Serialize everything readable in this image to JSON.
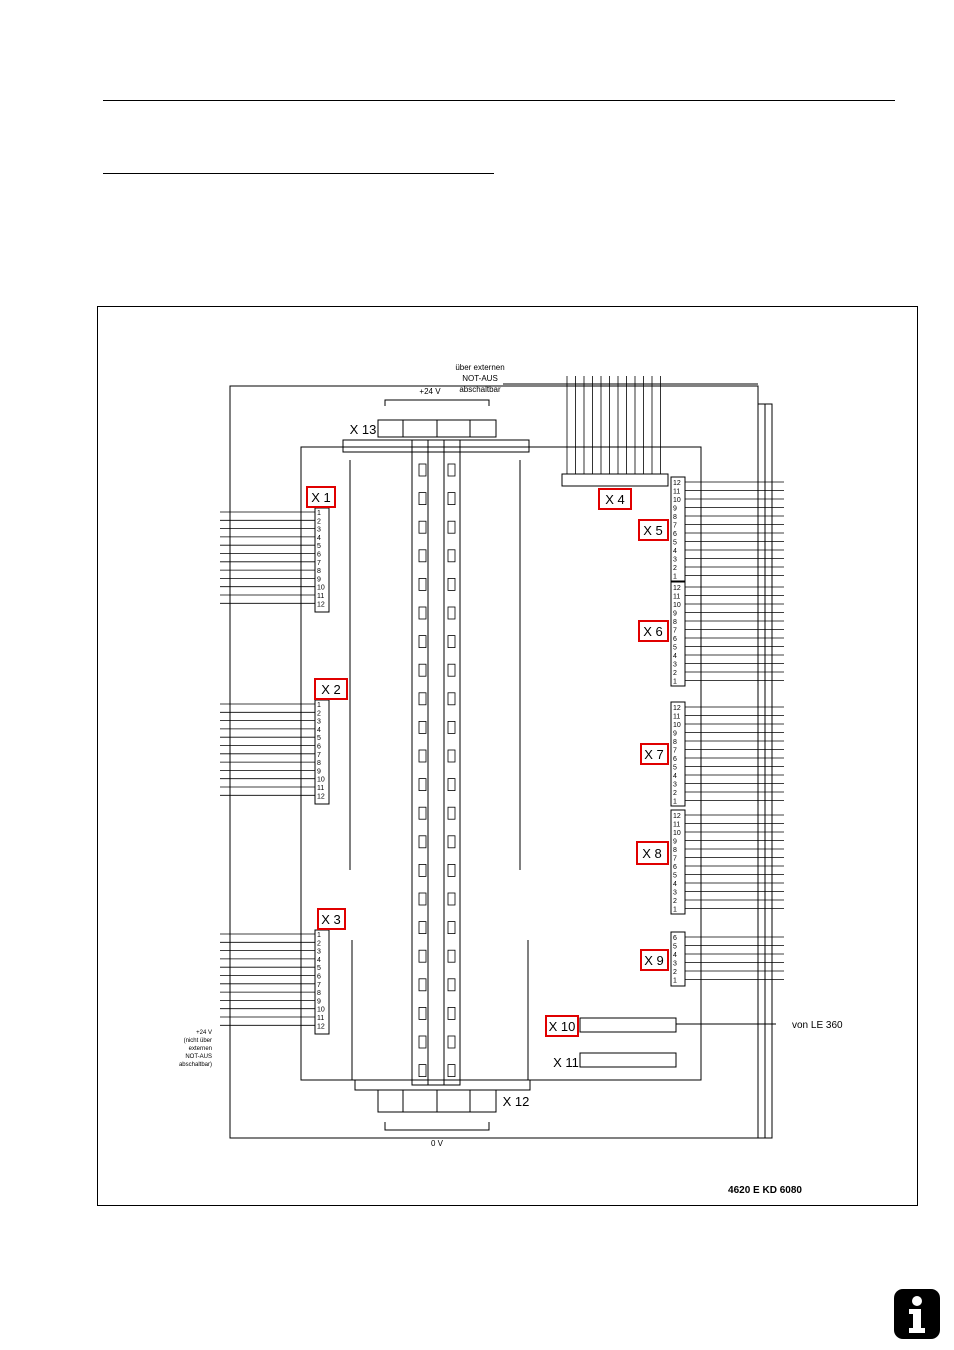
{
  "labels": {
    "x1": "X 1",
    "x2": "X 2",
    "x3": "X 3",
    "x4": "X 4",
    "x5": "X 5",
    "x6": "X 6",
    "x7": "X 7",
    "x8": "X 8",
    "x9": "X 9",
    "x10": "X 10",
    "x11": "X 11",
    "x12": "X 12",
    "x13": "X 13"
  },
  "annotations": {
    "top_note_1": "über externen",
    "top_note_2": "NOT-AUS",
    "top_note_3": "abschaltbar",
    "plus24_top": "+24 V",
    "plus24_left_1": "+24 V",
    "plus24_left_2": "(nicht über",
    "plus24_left_3": "externen",
    "plus24_left_4": "NOT-AUS",
    "plus24_left_5": "abschaltbar)",
    "zero_v": "0 V",
    "from_le": "von LE 360",
    "drawing_no": "4620 E KD 6080"
  },
  "pins12": [
    "1",
    "2",
    "3",
    "4",
    "5",
    "6",
    "7",
    "8",
    "9",
    "10",
    "11",
    "12"
  ],
  "pins12_desc": [
    "12",
    "11",
    "10",
    "9",
    "8",
    "7",
    "6",
    "5",
    "4",
    "3",
    "2",
    "1"
  ],
  "pins6_desc": [
    "6",
    "5",
    "4",
    "3",
    "2",
    "1"
  ],
  "highlight_color": "#e00000"
}
